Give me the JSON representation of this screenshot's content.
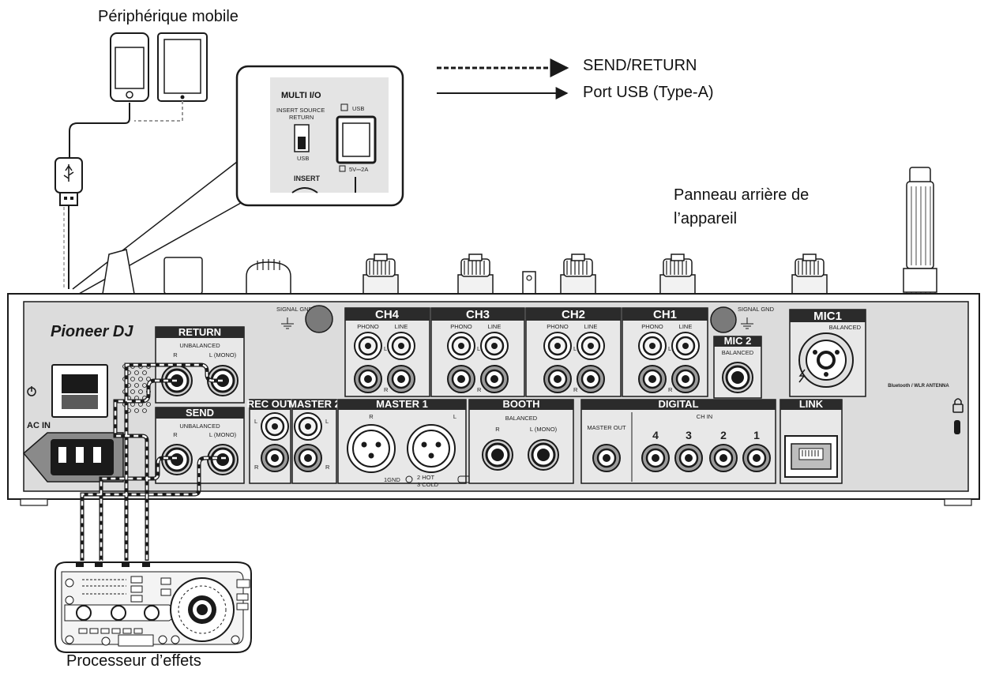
{
  "labels": {
    "mobile_device": "Périphérique mobile",
    "send_return": "SEND/RETURN",
    "usb_port": "Port USB (Type-A)",
    "rear_panel_line1": "Panneau arrière de",
    "rear_panel_line2": "l’appareil",
    "effects_processor": "Processeur d’effets"
  },
  "zoom_inset": {
    "title": "MULTI I/O",
    "insert_source": "INSERT SOURCE",
    "return_label": "RETURN",
    "usb_label": "USB",
    "usb_port_label": "USB",
    "insert_label": "INSERT",
    "power_label": "5V⎓2A"
  },
  "panel": {
    "brand": "Pioneer DJ",
    "ac_in": "AC IN",
    "return": {
      "title": "RETURN",
      "sub": "UNBALANCED",
      "r": "R",
      "l": "L (MONO)"
    },
    "send": {
      "title": "SEND",
      "sub": "UNBALANCED",
      "r": "R",
      "l": "L (MONO)"
    },
    "signal_gnd": "SIGNAL GND",
    "channels": [
      {
        "title": "CH4",
        "phono": "PHONO",
        "line": "LINE"
      },
      {
        "title": "CH3",
        "phono": "PHONO",
        "line": "LINE"
      },
      {
        "title": "CH2",
        "phono": "PHONO",
        "line": "LINE"
      },
      {
        "title": "CH1",
        "phono": "PHONO",
        "line": "LINE"
      }
    ],
    "ch_l": "L",
    "ch_r": "R",
    "mic2": {
      "title": "MIC 2",
      "sub": "BALANCED"
    },
    "mic1": {
      "title": "MIC1",
      "sub": "BALANCED"
    },
    "rec_out": "REC OUT",
    "master2": "MASTER 2",
    "master1": {
      "title": "MASTER 1",
      "r": "R",
      "l": "L",
      "pin_note_a": "1GND",
      "pin_note_b": "2 HOT",
      "pin_note_c": "3 COLD"
    },
    "booth": {
      "title": "BOOTH",
      "sub": "BALANCED",
      "r": "R",
      "l": "L (MONO)"
    },
    "digital": {
      "title": "DIGITAL",
      "master_out": "MASTER OUT",
      "ch_in": "CH IN",
      "inputs": [
        "4",
        "3",
        "2",
        "1"
      ]
    },
    "link": "LINK",
    "antenna": "Bluetooth / WLR ANTENNA"
  },
  "colors": {
    "line": "#1a1a1a",
    "panel_fill": "#dcdcdc",
    "header_fill": "#2b2b2b",
    "dashed": "#9a9a9a"
  }
}
